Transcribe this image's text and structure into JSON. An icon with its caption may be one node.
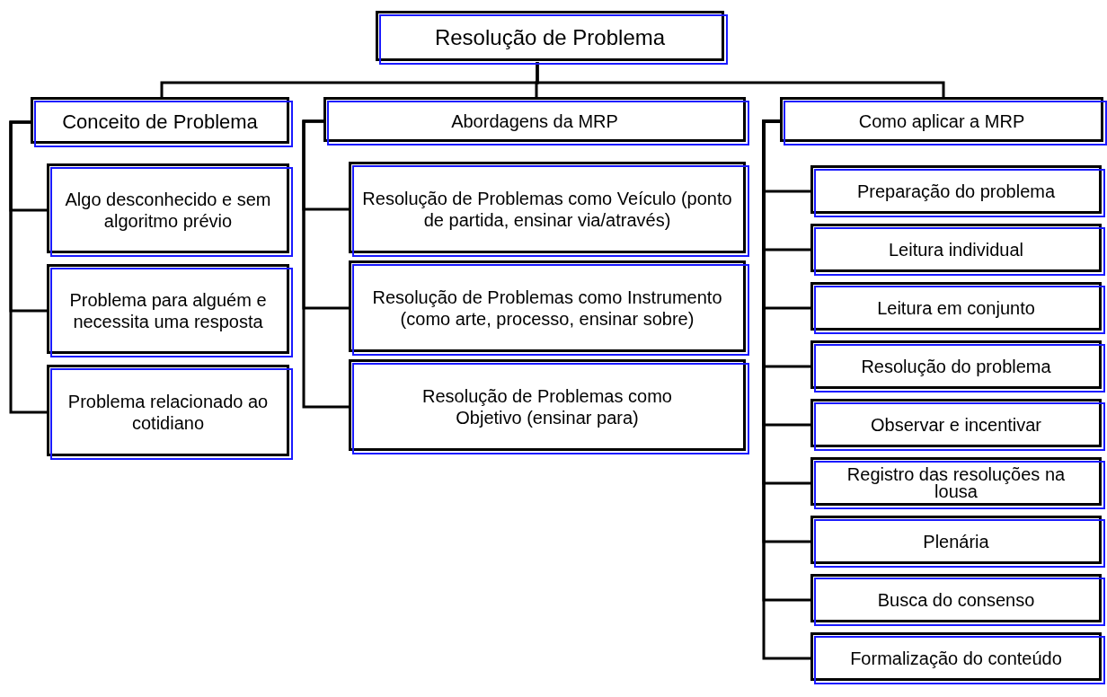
{
  "diagram": {
    "nodes": [
      {
        "text": [
          "Resolução de Problema"
        ]
      },
      {
        "text": [
          "Conceito de Problema"
        ]
      },
      {
        "text": [
          "Algo desconhecido e sem algoritmo prévio"
        ]
      },
      {
        "text": [
          "Problema para alguém e necessita uma resposta"
        ]
      },
      {
        "text": [
          "Problema relacionado ao cotidiano"
        ]
      },
      {
        "text": [
          "Abordagens da MRP"
        ]
      },
      {
        "text": [
          "Resolução de Problemas como Veículo (ponto de partida, ensinar via/através)"
        ]
      },
      {
        "text": [
          "Resolução de Problemas como Instrumento (como arte, processo, ensinar sobre)"
        ]
      },
      {
        "text": [
          "Resolução de Problemas como Objetivo (ensinar para)"
        ]
      },
      {
        "text": [
          "Como aplicar a MRP"
        ]
      },
      {
        "text": [
          "Preparação do problema"
        ]
      },
      {
        "text": [
          "Leitura individual"
        ]
      },
      {
        "text": [
          "Leitura em conjunto"
        ]
      },
      {
        "text": [
          "Resolução do problema"
        ]
      },
      {
        "text": [
          "Observar e incentivar"
        ]
      },
      {
        "text": [
          "Registro das resoluções na lousa"
        ]
      },
      {
        "text": [
          "Plenária"
        ]
      },
      {
        "text": [
          "Busca do consenso"
        ]
      },
      {
        "text": [
          "Formalização do conteúdo"
        ]
      }
    ],
    "edges": [
      {
        "from": 0,
        "to": 1,
        "arrow": "none"
      },
      {
        "from": 0,
        "to": 5,
        "arrow": "none"
      },
      {
        "from": 0,
        "to": 9,
        "arrow": "none"
      },
      {
        "from": 1,
        "to": 2,
        "arrow": "none"
      },
      {
        "from": 1,
        "to": 3,
        "arrow": "none"
      },
      {
        "from": 1,
        "to": 4,
        "arrow": "none"
      },
      {
        "from": 5,
        "to": 6,
        "arrow": "none"
      },
      {
        "from": 5,
        "to": 7,
        "arrow": "none"
      },
      {
        "from": 5,
        "to": 8,
        "arrow": "none"
      },
      {
        "from": 9,
        "to": 10,
        "arrow": "none"
      },
      {
        "from": 9,
        "to": 11,
        "arrow": "none"
      },
      {
        "from": 9,
        "to": 12,
        "arrow": "none"
      },
      {
        "from": 9,
        "to": 13,
        "arrow": "none"
      },
      {
        "from": 9,
        "to": 14,
        "arrow": "none"
      },
      {
        "from": 9,
        "to": 15,
        "arrow": "none"
      },
      {
        "from": 9,
        "to": 16,
        "arrow": "none"
      },
      {
        "from": 9,
        "to": 17,
        "arrow": "none"
      },
      {
        "from": 9,
        "to": 18,
        "arrow": "none"
      }
    ]
  }
}
